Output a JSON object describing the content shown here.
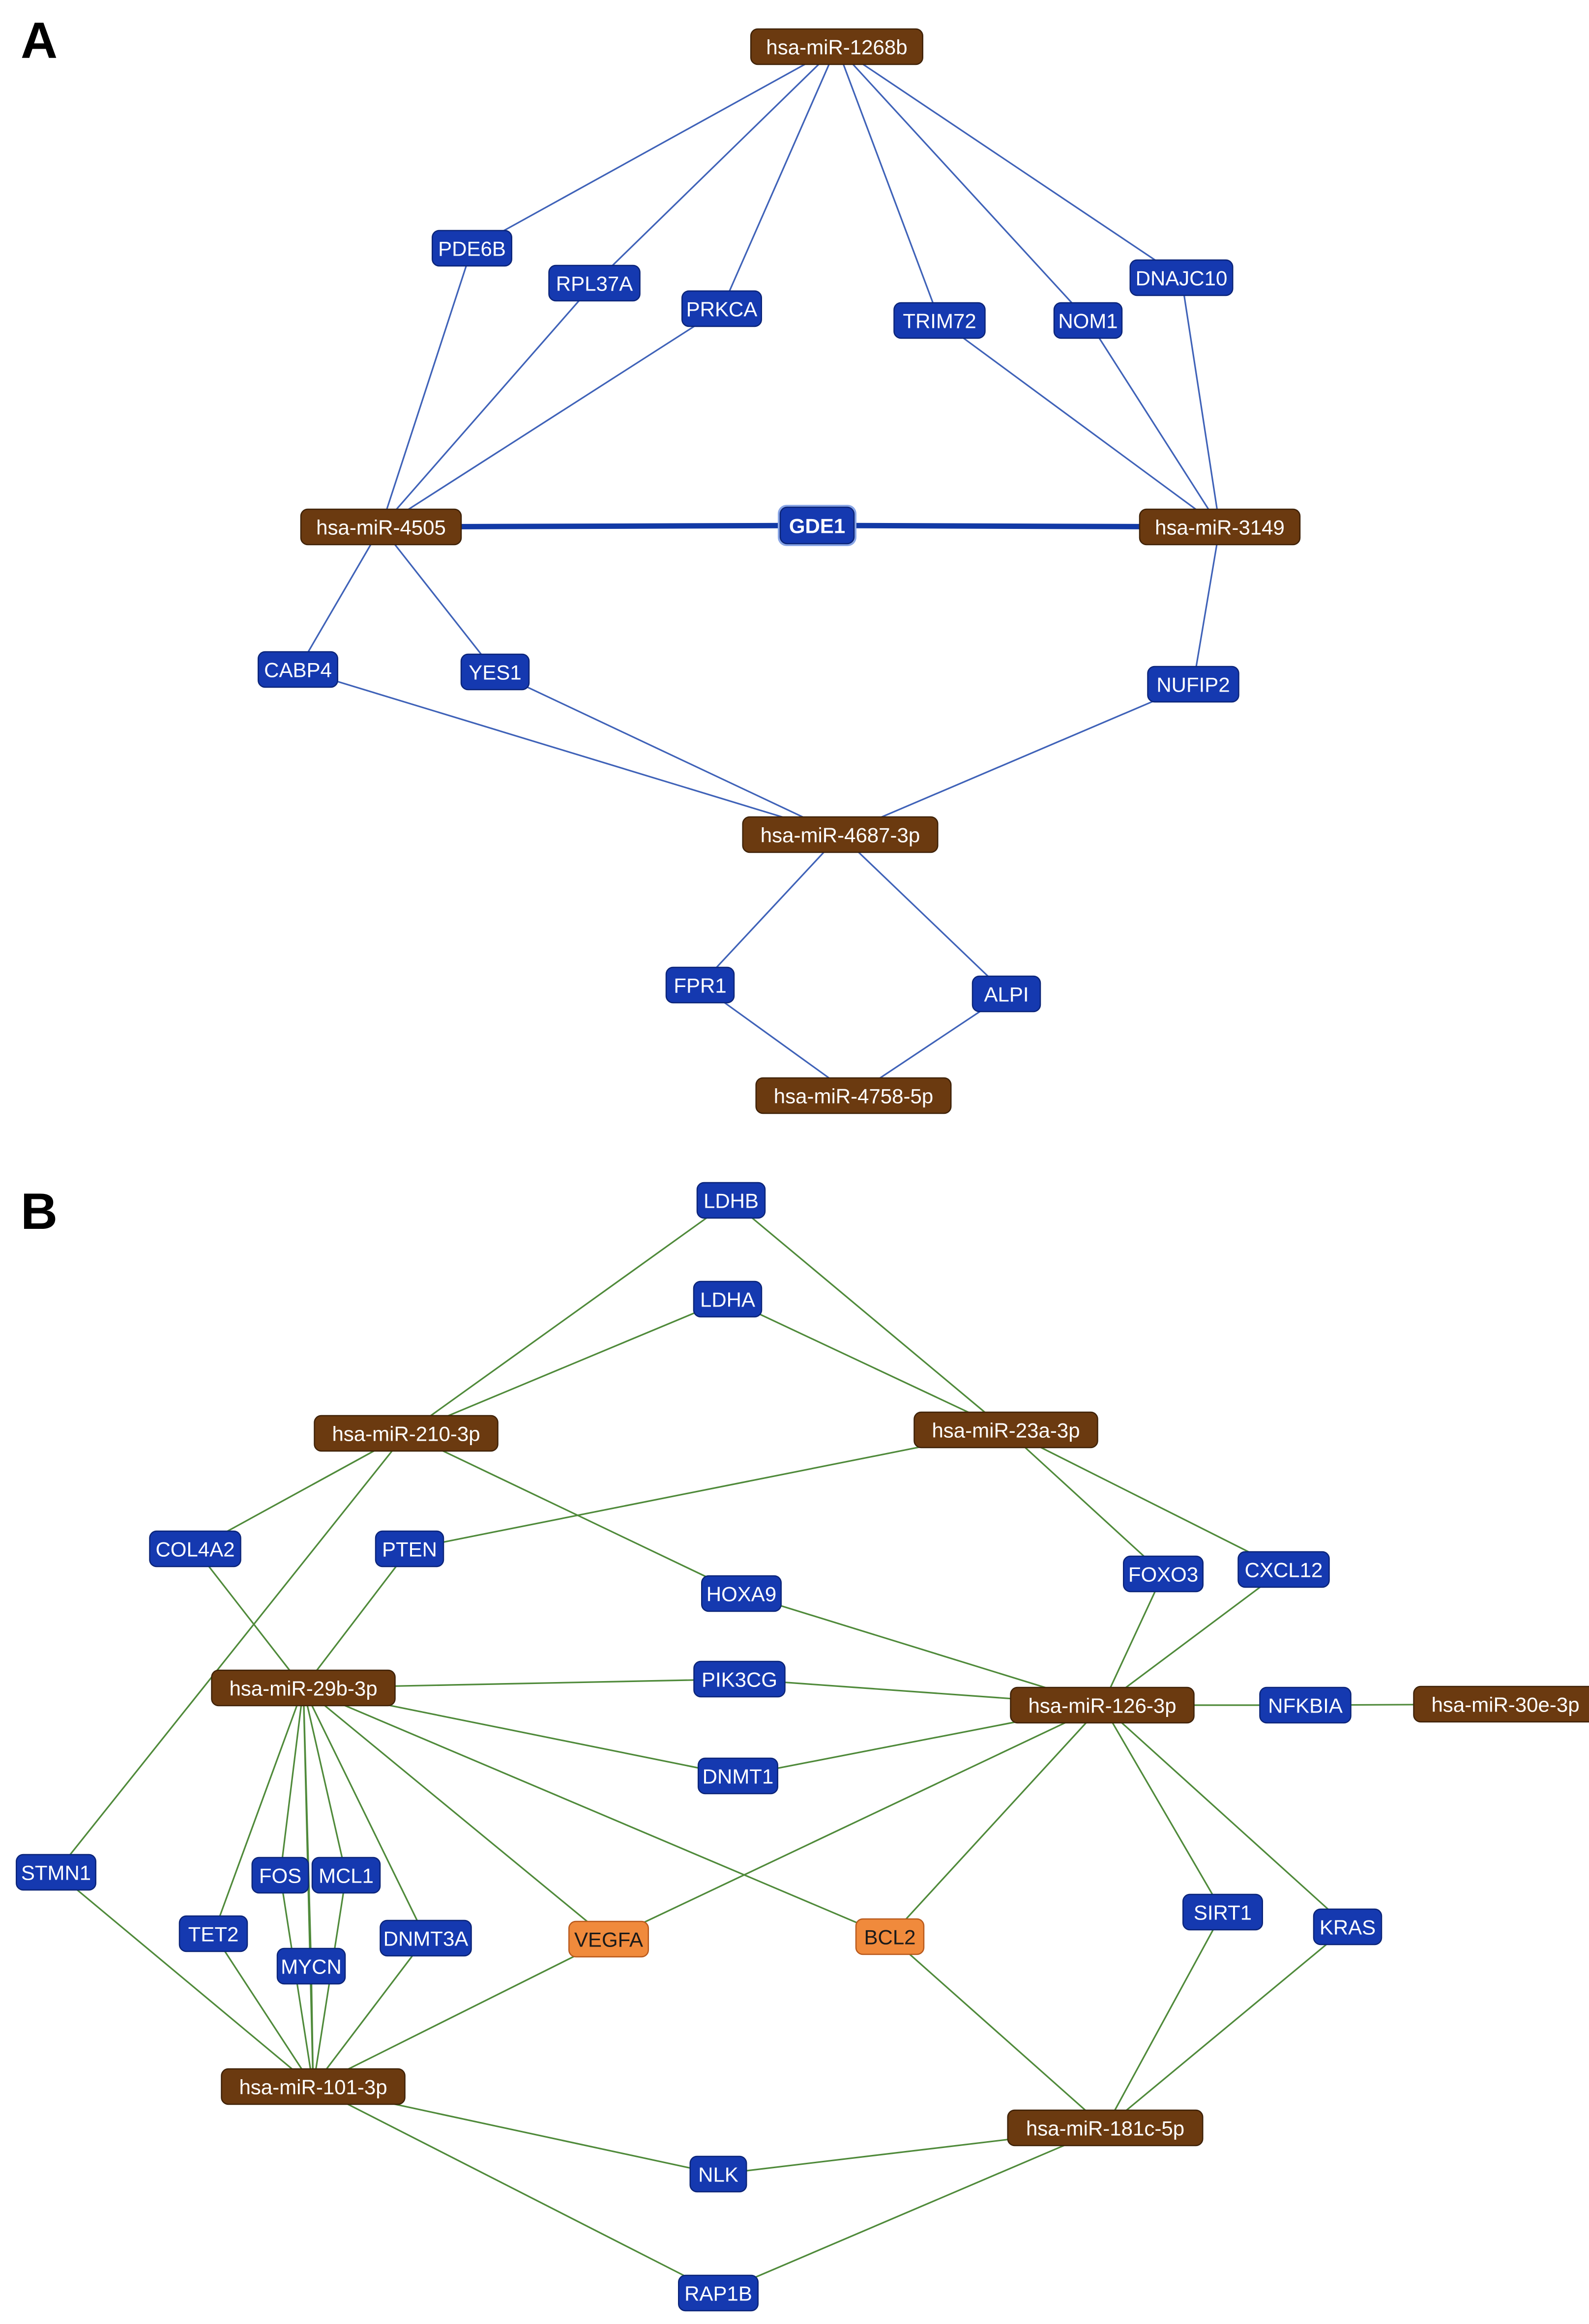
{
  "colors": {
    "mirna": "#6b3a10",
    "mirna_text": "#ffffff",
    "gene": "#1539b0",
    "gene_text": "#ffffff",
    "highlight": "#f08a3c",
    "highlight_text": "#1a1a1a",
    "edge_a": "#3f62b8",
    "edge_b": "#4f8a3a",
    "edge_strong": "#123aa6"
  },
  "panels": [
    {
      "id": "A",
      "label": "A",
      "nodes": [
        {
          "id": "a_1268b",
          "text": "hsa-miR-1268b",
          "kind": "mirna"
        },
        {
          "id": "a_pde6b",
          "text": "PDE6B",
          "kind": "gene"
        },
        {
          "id": "a_rpl37a",
          "text": "RPL37A",
          "kind": "gene"
        },
        {
          "id": "a_prkca",
          "text": "PRKCA",
          "kind": "gene"
        },
        {
          "id": "a_trim72",
          "text": "TRIM72",
          "kind": "gene"
        },
        {
          "id": "a_nom1",
          "text": "NOM1",
          "kind": "gene"
        },
        {
          "id": "a_dnajc10",
          "text": "DNAJC10",
          "kind": "gene"
        },
        {
          "id": "a_4505",
          "text": "hsa-miR-4505",
          "kind": "mirna"
        },
        {
          "id": "a_gde1",
          "text": "GDE1",
          "kind": "gene_bold"
        },
        {
          "id": "a_3149",
          "text": "hsa-miR-3149",
          "kind": "mirna"
        },
        {
          "id": "a_cabp4",
          "text": "CABP4",
          "kind": "gene"
        },
        {
          "id": "a_yes1",
          "text": "YES1",
          "kind": "gene"
        },
        {
          "id": "a_nufip2",
          "text": "NUFIP2",
          "kind": "gene"
        },
        {
          "id": "a_4687",
          "text": "hsa-miR-4687-3p",
          "kind": "mirna"
        },
        {
          "id": "a_fpr1",
          "text": "FPR1",
          "kind": "gene"
        },
        {
          "id": "a_alpi",
          "text": "ALPI",
          "kind": "gene"
        },
        {
          "id": "a_4758",
          "text": "hsa-miR-4758-5p",
          "kind": "mirna"
        }
      ],
      "edges": [
        [
          "a_1268b",
          "a_pde6b"
        ],
        [
          "a_1268b",
          "a_rpl37a"
        ],
        [
          "a_1268b",
          "a_prkca"
        ],
        [
          "a_1268b",
          "a_trim72"
        ],
        [
          "a_1268b",
          "a_nom1"
        ],
        [
          "a_1268b",
          "a_dnajc10"
        ],
        [
          "a_pde6b",
          "a_4505"
        ],
        [
          "a_rpl37a",
          "a_4505"
        ],
        [
          "a_prkca",
          "a_4505"
        ],
        [
          "a_trim72",
          "a_3149"
        ],
        [
          "a_nom1",
          "a_3149"
        ],
        [
          "a_dnajc10",
          "a_3149"
        ],
        [
          "a_4505",
          "a_cabp4"
        ],
        [
          "a_4505",
          "a_yes1"
        ],
        [
          "a_3149",
          "a_nufip2"
        ],
        [
          "a_cabp4",
          "a_4687"
        ],
        [
          "a_yes1",
          "a_4687"
        ],
        [
          "a_nufip2",
          "a_4687"
        ],
        [
          "a_4687",
          "a_fpr1"
        ],
        [
          "a_4687",
          "a_alpi"
        ],
        [
          "a_fpr1",
          "a_4758"
        ],
        [
          "a_alpi",
          "a_4758"
        ]
      ],
      "strong_edges": [
        [
          "a_4505",
          "a_gde1"
        ],
        [
          "a_gde1",
          "a_3149"
        ]
      ]
    },
    {
      "id": "B",
      "label": "B",
      "nodes": [
        {
          "id": "b_ldhb",
          "text": "LDHB",
          "kind": "gene"
        },
        {
          "id": "b_ldha",
          "text": "LDHA",
          "kind": "gene"
        },
        {
          "id": "b_210",
          "text": "hsa-miR-210-3p",
          "kind": "mirna"
        },
        {
          "id": "b_23a",
          "text": "hsa-miR-23a-3p",
          "kind": "mirna"
        },
        {
          "id": "b_col4a2",
          "text": "COL4A2",
          "kind": "gene"
        },
        {
          "id": "b_pten",
          "text": "PTEN",
          "kind": "gene"
        },
        {
          "id": "b_hoxa9",
          "text": "HOXA9",
          "kind": "gene"
        },
        {
          "id": "b_foxo3",
          "text": "FOXO3",
          "kind": "gene"
        },
        {
          "id": "b_cxcl12",
          "text": "CXCL12",
          "kind": "gene"
        },
        {
          "id": "b_29b",
          "text": "hsa-miR-29b-3p",
          "kind": "mirna"
        },
        {
          "id": "b_pik3cg",
          "text": "PIK3CG",
          "kind": "gene"
        },
        {
          "id": "b_126",
          "text": "hsa-miR-126-3p",
          "kind": "mirna"
        },
        {
          "id": "b_nfkbia",
          "text": "NFKBIA",
          "kind": "gene"
        },
        {
          "id": "b_30e",
          "text": "hsa-miR-30e-3p",
          "kind": "mirna"
        },
        {
          "id": "b_dnmt1",
          "text": "DNMT1",
          "kind": "gene"
        },
        {
          "id": "b_stmn1",
          "text": "STMN1",
          "kind": "gene"
        },
        {
          "id": "b_fos",
          "text": "FOS",
          "kind": "gene"
        },
        {
          "id": "b_mcl1",
          "text": "MCL1",
          "kind": "gene"
        },
        {
          "id": "b_tet2",
          "text": "TET2",
          "kind": "gene"
        },
        {
          "id": "b_mycn",
          "text": "MYCN",
          "kind": "gene"
        },
        {
          "id": "b_dnmt3a",
          "text": "DNMT3A",
          "kind": "gene"
        },
        {
          "id": "b_vegfa",
          "text": "VEGFA",
          "kind": "highlight"
        },
        {
          "id": "b_bcl2",
          "text": "BCL2",
          "kind": "highlight"
        },
        {
          "id": "b_sirt1",
          "text": "SIRT1",
          "kind": "gene"
        },
        {
          "id": "b_kras",
          "text": "KRAS",
          "kind": "gene"
        },
        {
          "id": "b_101",
          "text": "hsa-miR-101-3p",
          "kind": "mirna"
        },
        {
          "id": "b_181c",
          "text": "hsa-miR-181c-5p",
          "kind": "mirna"
        },
        {
          "id": "b_nlk",
          "text": "NLK",
          "kind": "gene"
        },
        {
          "id": "b_rap1b",
          "text": "RAP1B",
          "kind": "gene"
        }
      ],
      "edges": [
        [
          "b_ldhb",
          "b_210"
        ],
        [
          "b_ldhb",
          "b_23a"
        ],
        [
          "b_ldha",
          "b_210"
        ],
        [
          "b_ldha",
          "b_23a"
        ],
        [
          "b_210",
          "b_col4a2"
        ],
        [
          "b_210",
          "b_stmn1"
        ],
        [
          "b_210",
          "b_hoxa9"
        ],
        [
          "b_23a",
          "b_pten"
        ],
        [
          "b_23a",
          "b_foxo3"
        ],
        [
          "b_23a",
          "b_cxcl12"
        ],
        [
          "b_col4a2",
          "b_29b"
        ],
        [
          "b_pten",
          "b_29b"
        ],
        [
          "b_hoxa9",
          "b_126"
        ],
        [
          "b_foxo3",
          "b_126"
        ],
        [
          "b_cxcl12",
          "b_126"
        ],
        [
          "b_29b",
          "b_pik3cg"
        ],
        [
          "b_pik3cg",
          "b_126"
        ],
        [
          "b_29b",
          "b_dnmt1"
        ],
        [
          "b_dnmt1",
          "b_126"
        ],
        [
          "b_126",
          "b_nfkbia"
        ],
        [
          "b_nfkbia",
          "b_30e"
        ],
        [
          "b_29b",
          "b_tet2"
        ],
        [
          "b_29b",
          "b_fos"
        ],
        [
          "b_29b",
          "b_mcl1"
        ],
        [
          "b_29b",
          "b_mycn"
        ],
        [
          "b_29b",
          "b_dnmt3a"
        ],
        [
          "b_29b",
          "b_vegfa"
        ],
        [
          "b_29b",
          "b_bcl2"
        ],
        [
          "b_29b",
          "b_101"
        ],
        [
          "b_126",
          "b_vegfa"
        ],
        [
          "b_126",
          "b_bcl2"
        ],
        [
          "b_126",
          "b_sirt1"
        ],
        [
          "b_126",
          "b_kras"
        ],
        [
          "b_stmn1",
          "b_101"
        ],
        [
          "b_tet2",
          "b_101"
        ],
        [
          "b_fos",
          "b_101"
        ],
        [
          "b_mcl1",
          "b_101"
        ],
        [
          "b_mycn",
          "b_101"
        ],
        [
          "b_dnmt3a",
          "b_101"
        ],
        [
          "b_vegfa",
          "b_101"
        ],
        [
          "b_bcl2",
          "b_181c"
        ],
        [
          "b_sirt1",
          "b_181c"
        ],
        [
          "b_kras",
          "b_181c"
        ],
        [
          "b_101",
          "b_nlk"
        ],
        [
          "b_nlk",
          "b_181c"
        ],
        [
          "b_101",
          "b_rap1b"
        ],
        [
          "b_rap1b",
          "b_181c"
        ]
      ],
      "strong_edges": []
    }
  ]
}
